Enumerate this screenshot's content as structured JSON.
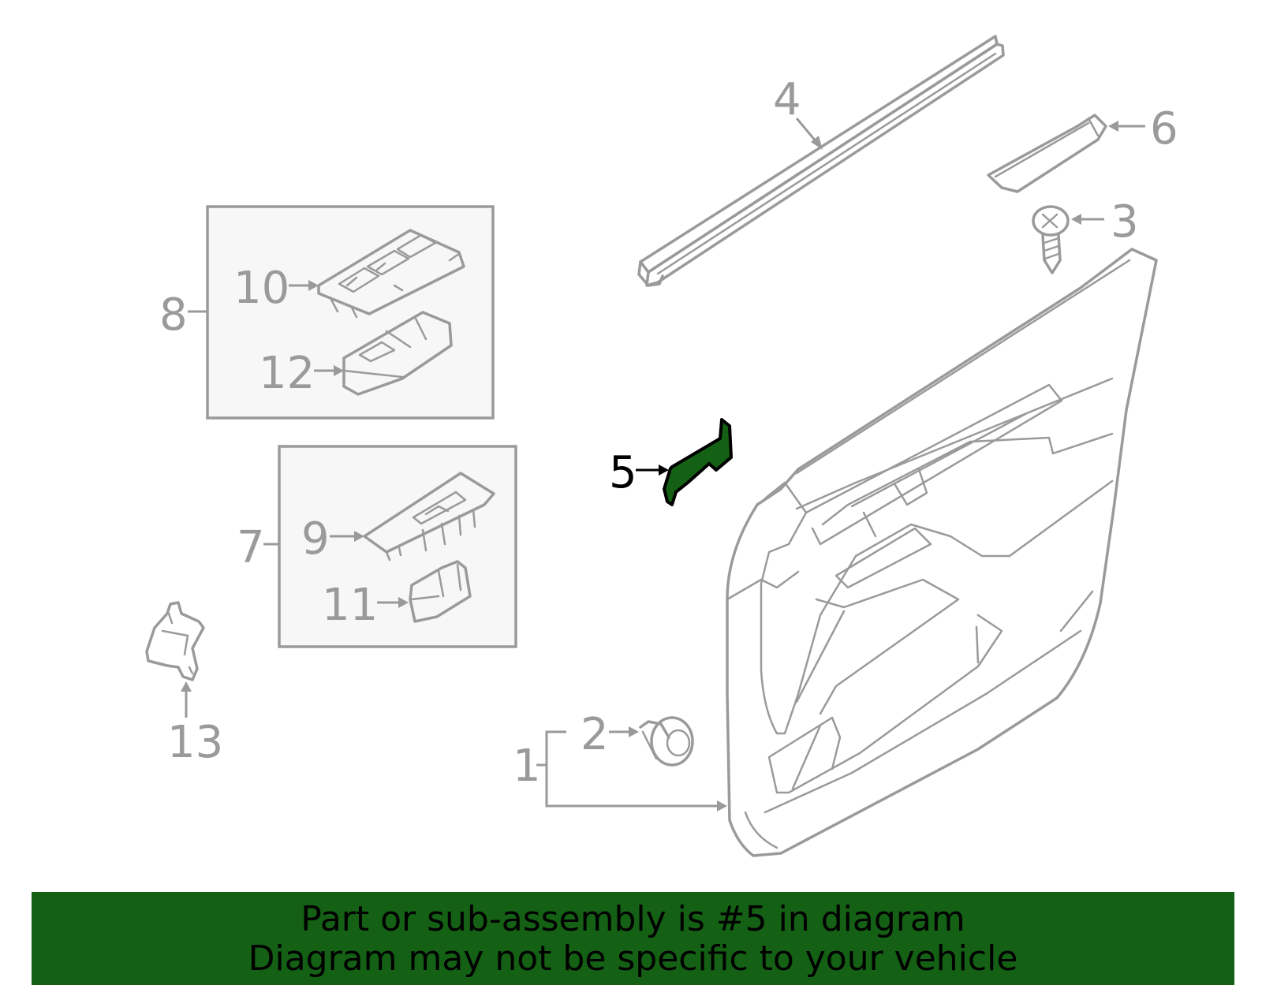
{
  "callouts": {
    "c1": "1",
    "c2": "2",
    "c3": "3",
    "c4": "4",
    "c5": "5",
    "c6": "6",
    "c7": "7",
    "c8": "8",
    "c9": "9",
    "c10": "10",
    "c11": "11",
    "c12": "12",
    "c13": "13"
  },
  "highlighted_part": "5",
  "colors": {
    "highlight_fill": "#146014",
    "line_gray": "#9a9a9a",
    "banner_bg": "#146014",
    "group_box_bg": "#f7f7f7"
  },
  "banner": {
    "line1": "Part or sub-assembly is #5 in diagram",
    "line2": "Diagram may not be specific to your vehicle"
  }
}
